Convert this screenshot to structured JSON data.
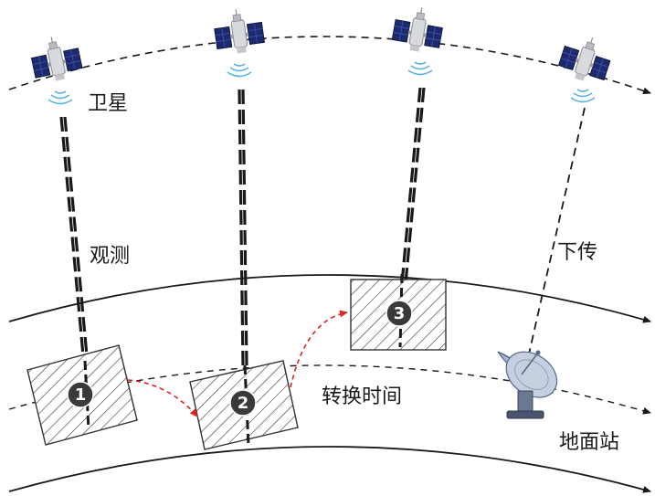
{
  "labels": {
    "satellite": "卫星",
    "observation": "观测",
    "downlink": "下传",
    "switch_time": "转换时间",
    "ground_station": "地面站"
  },
  "targets": [
    {
      "number": "1"
    },
    {
      "number": "2"
    },
    {
      "number": "3"
    }
  ],
  "colors": {
    "line": "#1a1a1a",
    "switch_arrow": "#e0241f",
    "target_badge": "#3a3a3a",
    "satellite_panel": "#1e2a6e",
    "signal_waves": "#5ab3e0",
    "antenna": "#8a9ab8"
  },
  "icons": {
    "satellite": "satellite-icon",
    "signal": "signal-waves-icon",
    "ground_station": "satellite-dish-icon"
  }
}
